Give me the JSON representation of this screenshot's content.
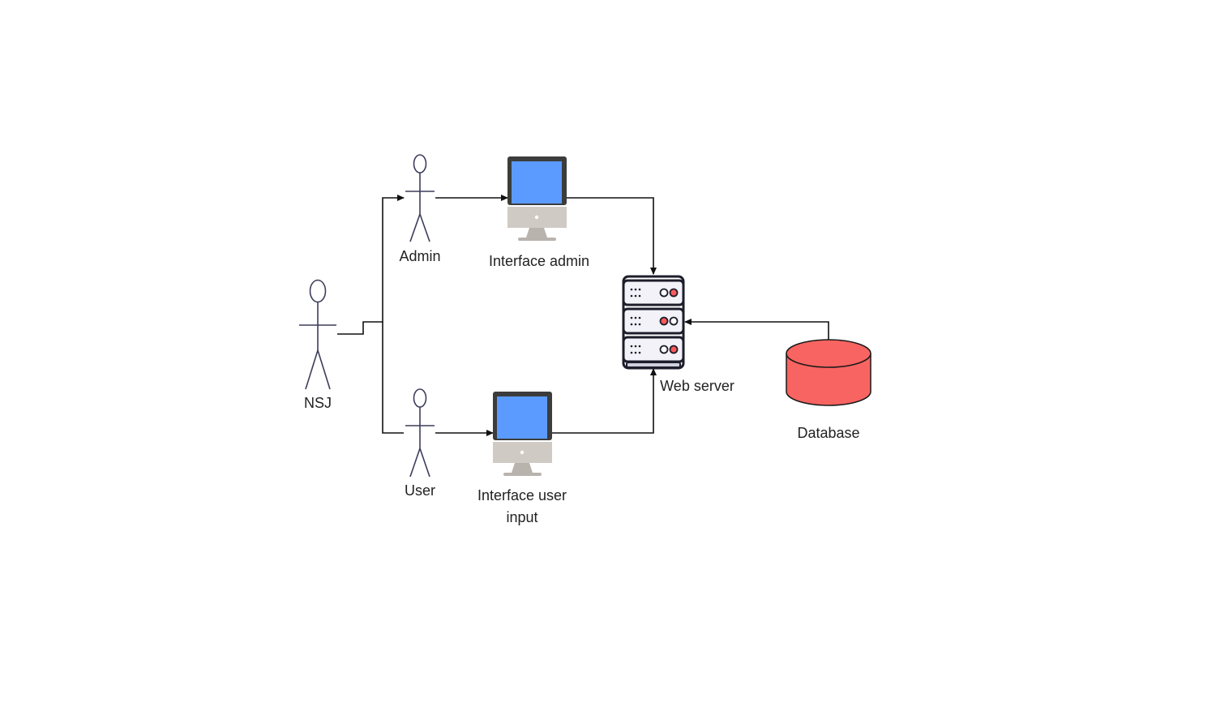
{
  "nodes": {
    "nsj": {
      "label": "NSJ",
      "kind": "actor"
    },
    "admin": {
      "label": "Admin",
      "kind": "actor"
    },
    "user": {
      "label": "User",
      "kind": "actor"
    },
    "interface_admin": {
      "label": "Interface admin",
      "kind": "monitor"
    },
    "interface_user": {
      "label_line1": "Interface user",
      "label_line2": "input",
      "kind": "monitor"
    },
    "web_server": {
      "label": "Web server",
      "kind": "server"
    },
    "database": {
      "label": "Database",
      "kind": "database"
    }
  },
  "edges": [
    {
      "from": "NSJ",
      "to": "Admin"
    },
    {
      "from": "NSJ",
      "to": "User"
    },
    {
      "from": "Admin",
      "to": "Interface admin"
    },
    {
      "from": "User",
      "to": "Interface user input"
    },
    {
      "from": "Interface admin",
      "to": "Web server"
    },
    {
      "from": "Interface user input",
      "to": "Web server"
    },
    {
      "from": "Database",
      "to": "Web server"
    }
  ],
  "colors": {
    "line": "#111111",
    "actor_stroke": "#3d3d5c",
    "screen": "#5b9bff",
    "monitor_frame": "#3c3c3c",
    "monitor_base": "#cfcac4",
    "server_body": "#f2f2f8",
    "server_outline": "#1d1d2b",
    "server_led_red": "#ff5a5a",
    "database_fill": "#f86461",
    "database_stroke": "#1a1a1a"
  }
}
